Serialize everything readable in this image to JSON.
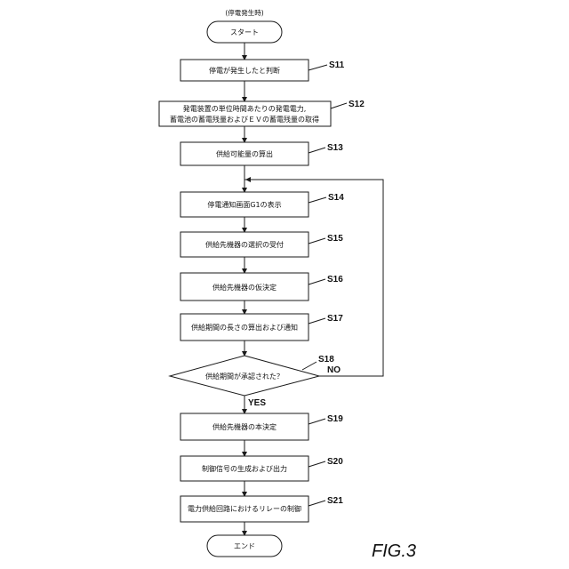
{
  "caption": "(停電発生時)",
  "start": "スタート",
  "end": "エンド",
  "steps": [
    {
      "id": "S11",
      "lines": [
        "停電が発生したと判断"
      ]
    },
    {
      "id": "S12",
      "lines": [
        "発電装置の単位時間あたりの発電電力,",
        "蓄電池の蓄電残量およびＥＶの蓄電残量の取得"
      ]
    },
    {
      "id": "S13",
      "lines": [
        "供給可能量の算出"
      ]
    },
    {
      "id": "S14",
      "lines": [
        "停電通知画面G1の表示"
      ]
    },
    {
      "id": "S15",
      "lines": [
        "供給先機器の選択の受付"
      ]
    },
    {
      "id": "S16",
      "lines": [
        "供給先機器の仮決定"
      ]
    },
    {
      "id": "S17",
      "lines": [
        "供給期間の長さの算出および通知"
      ]
    }
  ],
  "decision": {
    "id": "S18",
    "text": "供給期間が承認された？",
    "no_label": "NO",
    "yes_label": "YES"
  },
  "steps_after": [
    {
      "id": "S19",
      "lines": [
        "供給先機器の本決定"
      ]
    },
    {
      "id": "S20",
      "lines": [
        "制御信号の生成および出力"
      ]
    },
    {
      "id": "S21",
      "lines": [
        "電力供給回路におけるリレーの制御"
      ]
    }
  ],
  "figure_label": "FIG.3"
}
